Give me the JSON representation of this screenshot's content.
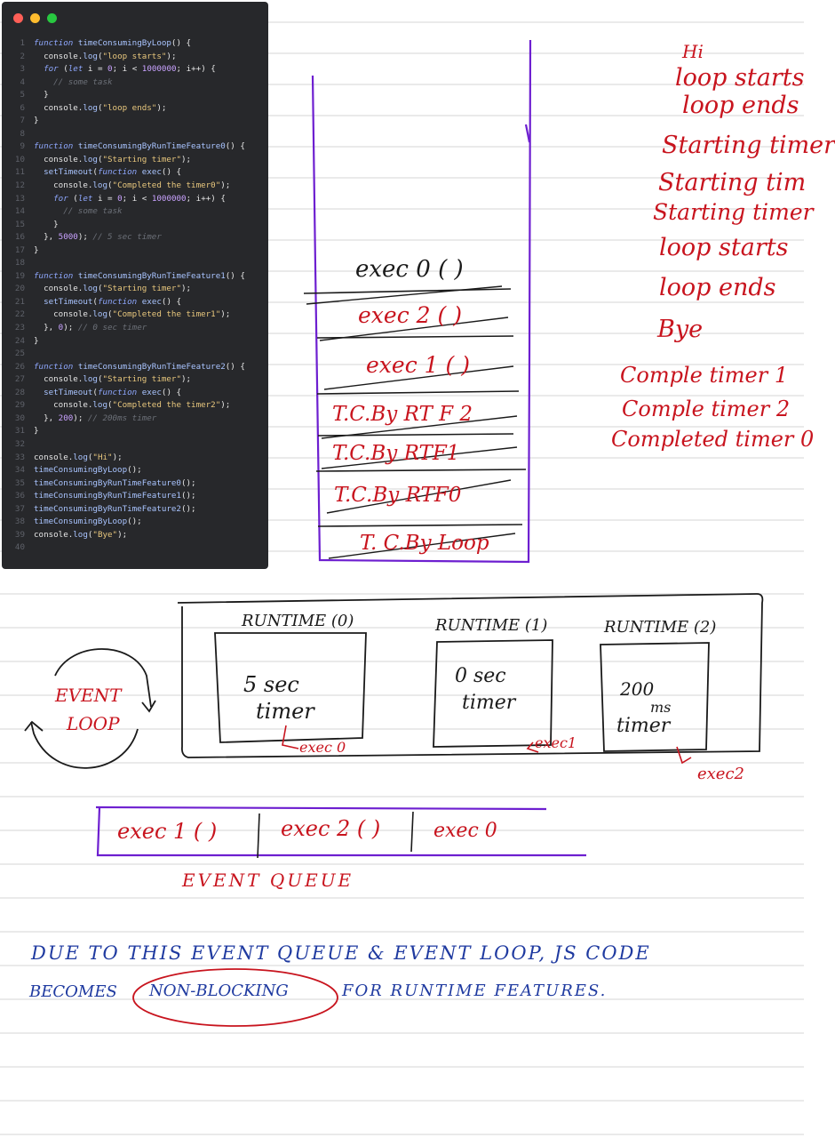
{
  "editor": {
    "window_dots": [
      "#ff5f57",
      "#febc2e",
      "#28c840"
    ],
    "code_lines": [
      "function timeConsumingByLoop() {",
      "  console.log(\"loop starts\");",
      "  for (let i = 0; i < 1000000; i++) {",
      "    // some task",
      "  }",
      "  console.log(\"loop ends\");",
      "}",
      "",
      "function timeConsumingByRunTimeFeature0() {",
      "  console.log(\"Starting timer\");",
      "  setTimeout(function exec() {",
      "    console.log(\"Completed the timer0\");",
      "    for (let i = 0; i < 1000000; i++) {",
      "      // some task",
      "    }",
      "  }, 5000); // 5 sec timer",
      "}",
      "",
      "function timeConsumingByRunTimeFeature1() {",
      "  console.log(\"Starting timer\");",
      "  setTimeout(function exec() {",
      "    console.log(\"Completed the timer1\");",
      "  }, 0); // 0 sec timer",
      "}",
      "",
      "function timeConsumingByRunTimeFeature2() {",
      "  console.log(\"Starting timer\");",
      "  setTimeout(function exec() {",
      "    console.log(\"Completed the timer2\");",
      "  }, 200); // 200ms timer",
      "}",
      "",
      "console.log(\"Hi\");",
      "timeConsumingByLoop();",
      "timeConsumingByRunTimeFeature0();",
      "timeConsumingByRunTimeFeature1();",
      "timeConsumingByRunTimeFeature2();",
      "timeConsumingByLoop();",
      "console.log(\"Bye\");",
      ""
    ]
  },
  "call_stack": {
    "frames": [
      "exec 0 ( )",
      "exec 2 ( )",
      "exec 1 ( )",
      "T.C.By RT F 2",
      "T.C.By RTF1",
      "T.C.By RTF0",
      "T. C.By Loop"
    ]
  },
  "console_output": {
    "lines": [
      "Hi",
      "loop starts",
      "loop ends",
      "Starting timer",
      "Starting tim",
      "Starting timer",
      "loop starts",
      "loop ends",
      "Bye",
      "Comple timer 1",
      "Comple timer 2",
      "Completed timer 0"
    ]
  },
  "event_loop": {
    "label_line1": "EVENT",
    "label_line2": "LOOP"
  },
  "runtimes": [
    {
      "title": "RUNTIME (0)",
      "body_line1": "5 sec",
      "body_line2": "timer",
      "callback": "exec 0"
    },
    {
      "title": "RUNTIME (1)",
      "body_line1": "0 sec",
      "body_line2": "timer",
      "callback": "exec1"
    },
    {
      "title": "RUNTIME (2)",
      "body_line1": "200",
      "body_line2": "ms",
      "body_line3": "timer",
      "callback": "exec2"
    }
  ],
  "event_queue": {
    "items": [
      "exec 1 ( )",
      "exec 2 ( )",
      "exec 0"
    ],
    "label": "EVENT QUEUE"
  },
  "conclusion": {
    "line1": "DUE TO THIS EVENT QUEUE & EVENT LOOP, JS CODE",
    "line2_before": "BECOMES",
    "line2_highlight": "NON-BLOCKING",
    "line2_after": "FOR RUNTIME FEATURES."
  },
  "colors": {
    "ink_red": "#c8141e",
    "ink_black": "#1a1a1a",
    "ink_blue": "#1f3aa0",
    "ink_purple": "#6d1fd0",
    "ruled_line": "#d4d4d4",
    "editor_bg": "#27282b"
  }
}
